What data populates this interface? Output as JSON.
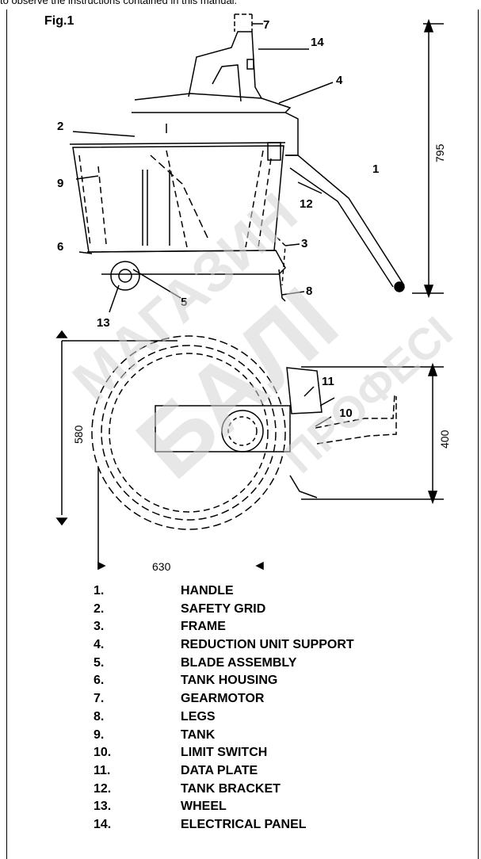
{
  "intro_text": "to observe the instructions contained in this manual.",
  "figure": {
    "title": "Fig.1",
    "callouts": [
      "1",
      "2",
      "3",
      "4",
      "5",
      "6",
      "7",
      "8",
      "9",
      "10",
      "11",
      "12",
      "13",
      "14"
    ],
    "dimensions": {
      "height": "795",
      "width": "630",
      "depth": "580",
      "side": "400"
    }
  },
  "legend": [
    {
      "num": "1.",
      "label": "HANDLE"
    },
    {
      "num": "2.",
      "label": "SAFETY GRID"
    },
    {
      "num": "3.",
      "label": "FRAME"
    },
    {
      "num": "4.",
      "label": "REDUCTION UNIT SUPPORT"
    },
    {
      "num": "5.",
      "label": "BLADE ASSEMBLY"
    },
    {
      "num": "6.",
      "label": "TANK HOUSING"
    },
    {
      "num": "7.",
      "label": "GEARMOTOR"
    },
    {
      "num": "8.",
      "label": "LEGS"
    },
    {
      "num": "9.",
      "label": "TANK"
    },
    {
      "num": "10.",
      "label": "LIMIT SWITCH"
    },
    {
      "num": "11.",
      "label": "DATA PLATE"
    },
    {
      "num": "12.",
      "label": "TANK BRACKET"
    },
    {
      "num": "13.",
      "label": "WHEEL"
    },
    {
      "num": "14.",
      "label": "ELECTRICAL PANEL"
    }
  ],
  "watermark": {
    "text_1": "МАГАЗИН",
    "text_2": "БАЛІ",
    "text_3": "ПРОФЕСІ",
    "color": "#c0c0c0"
  }
}
